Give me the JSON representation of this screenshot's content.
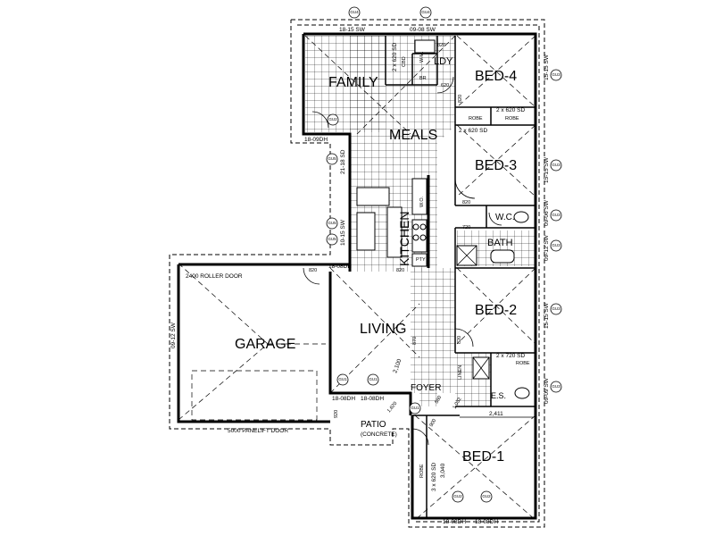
{
  "rooms": {
    "family": "FAMILY",
    "meals": "MEALS",
    "kitchen": "KITCHEN",
    "living": "LIVING",
    "garage": "GARAGE",
    "bed4": "BED-4",
    "bed3": "BED-3",
    "bed2": "BED-2",
    "bed1": "BED-1",
    "bath": "BATH",
    "wc": "W.C.",
    "ldy": "LDY",
    "foyer": "FOYER",
    "ens": "E.S.",
    "patio": "PATIO",
    "patio_note": "(CONCRETE)",
    "robe": "ROBE",
    "linen": "LINEN",
    "pty": "PTY",
    "wo": "W.O.",
    "br": "BR",
    "wm": "W.M.",
    "cbd": "CBD"
  },
  "windows": {
    "top_family": "18-15 SW",
    "top_ldy": "09-08 SW",
    "family_left": "18-09DH",
    "meals_left": "21-18 SD",
    "kitchen_left": "10-15 SW",
    "kitchen_bottom": "18-08DH",
    "bed4_right": "15-15 SW",
    "bed3_right": "15-15 SW",
    "wc_right": "09-06 SW",
    "bath_right": "09-12 SW",
    "bed2_right": "15-15 SW",
    "ens_right": "09-09 SW",
    "garage_left": "09-12 SW",
    "living_bottom_1": "18-08DH",
    "living_bottom_2": "18-08DH",
    "bed1_bottom_1": "18-08DH",
    "bed1_bottom_2": "18-08DH"
  },
  "doors": {
    "roller": "2400 ROLLER DOOR",
    "panelift": "5000 PANELIFT DOOR",
    "robe_bed4": "2 x 620 SD",
    "robe_bed3": "2 x 620 SD",
    "robe_bed2": "2 x 720 SD",
    "robe_bed1": "3 x 620 SD",
    "ldy_door": "2 x 620 SD",
    "d820": "820",
    "d720": "720",
    "d870": "870",
    "d620": "620"
  },
  "dims": {
    "foyer_width": "2,411",
    "bed1_robe": "3,040",
    "diag_2100": "2,100",
    "diag_1620": "1,620",
    "diag_1032": "1,032",
    "diag_900": "900",
    "diag_580": "580",
    "d920": "920"
  },
  "tags": {
    "gu1": "GU1",
    "gu2": "GU2",
    "gu3": "GU3",
    "gu4": "GU4",
    "gu5": "GU5",
    "gu6": "GU6"
  }
}
